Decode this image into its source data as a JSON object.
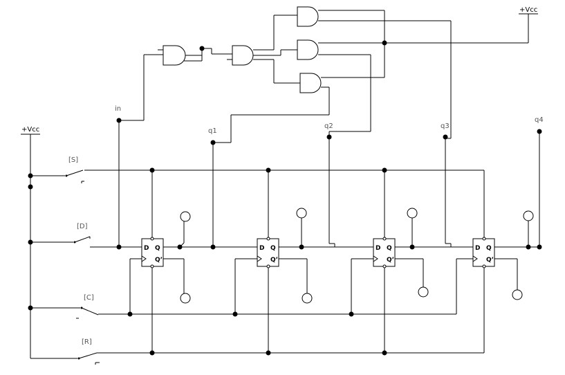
{
  "supply_left": "+Vcc",
  "supply_right": "+Vcc",
  "switches": {
    "s": "[S]",
    "d": "[D]",
    "c": "[C]",
    "r": "[R]"
  },
  "inputs": {
    "in": "in"
  },
  "outputs": {
    "q1": "q1",
    "q2": "q2",
    "q3": "q3",
    "q4": "q4"
  },
  "flipflop_pins": {
    "d": "D",
    "q": "Q",
    "qbar": "Q’"
  }
}
